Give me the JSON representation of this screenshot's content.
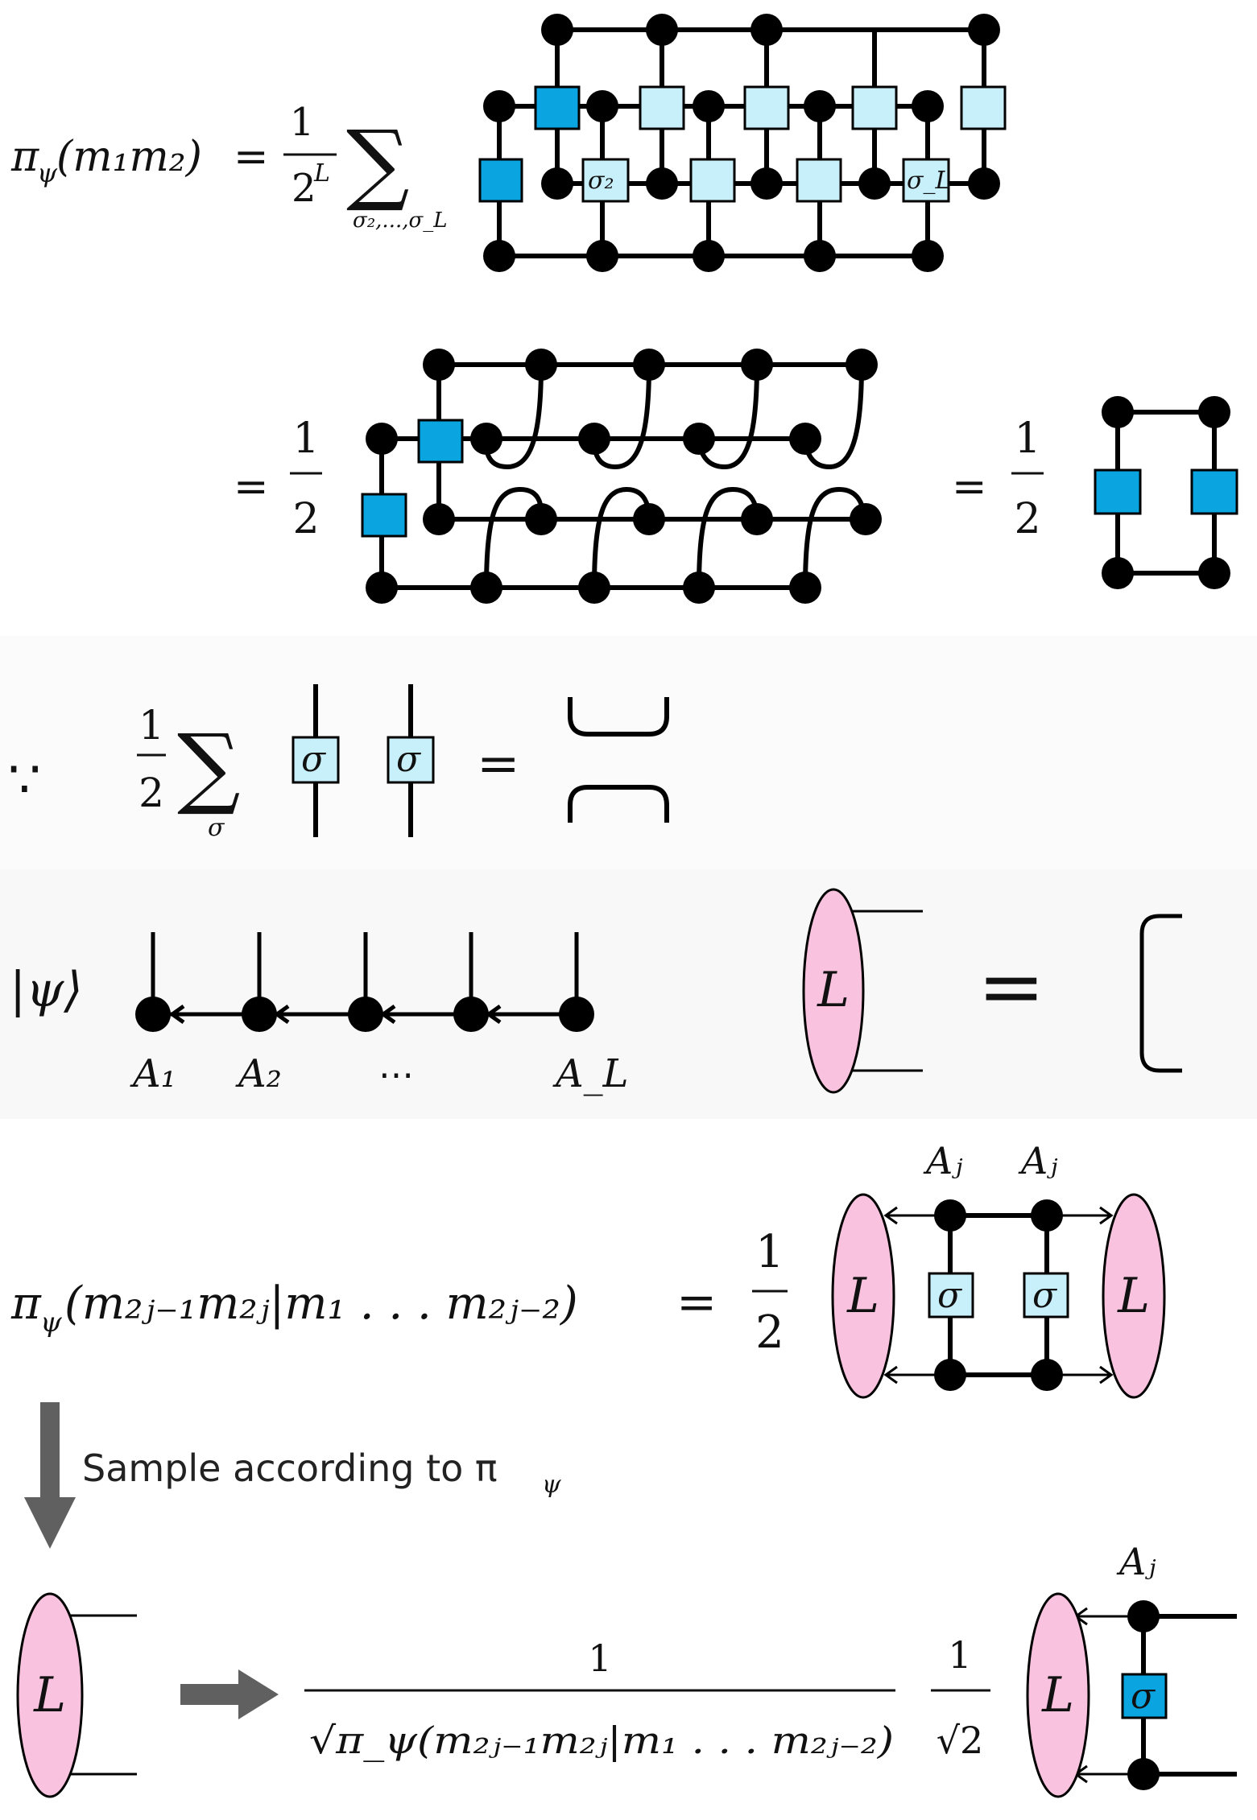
{
  "eq1": {
    "lhs": "π",
    "lhs_sub": "ψ",
    "lhs_args": "(m₁m₂)",
    "equals": "=",
    "frac_num": "1",
    "frac_den": "2",
    "frac_den_sup": "L",
    "sum_symbol": "∑",
    "sum_sub": "σ₂,...,σ_L",
    "sigma2_label": "σ₂",
    "sigmaL_label": "σ_L"
  },
  "eq2": {
    "equals_a": "=",
    "frac_a_num": "1",
    "frac_a_den": "2",
    "equals_b": "=",
    "frac_b_num": "1",
    "frac_b_den": "2"
  },
  "eq3": {
    "because": "∵",
    "frac_num": "1",
    "frac_den": "2",
    "sum_symbol": "∑",
    "sum_sub": "σ",
    "sigma_label": "σ",
    "equals": "="
  },
  "mps": {
    "ket": "|ψ⟩",
    "labels": [
      "A₁",
      "A₂",
      "⋯",
      "A_L"
    ],
    "L_label": "L",
    "equals": "="
  },
  "eq4": {
    "lhs": "π",
    "lhs_sub": "ψ",
    "lhs_args": "(m₂ⱼ₋₁m₂ⱼ|m₁ . . . m₂ⱼ₋₂)",
    "equals": "=",
    "frac_num": "1",
    "frac_den": "2",
    "L_label": "L",
    "sigma_label": "σ",
    "Aj_label": "Aⱼ"
  },
  "sample": {
    "text": "Sample according to π",
    "text_sub": "ψ"
  },
  "eq5": {
    "L_label": "L",
    "frac_num": "1",
    "frac_den": "√π_ψ(m₂ⱼ₋₁m₂ⱼ|m₁ . . . m₂ⱼ₋₂)",
    "frac2_num": "1",
    "frac2_den": "√2",
    "sigma_label": "σ",
    "Aj_label": "Aⱼ"
  },
  "colors": {
    "dark_blue": "#0aa4e0",
    "light_blue": "#c8f0fb",
    "pink": "#f9c2de",
    "arrow_gray": "#606060"
  }
}
